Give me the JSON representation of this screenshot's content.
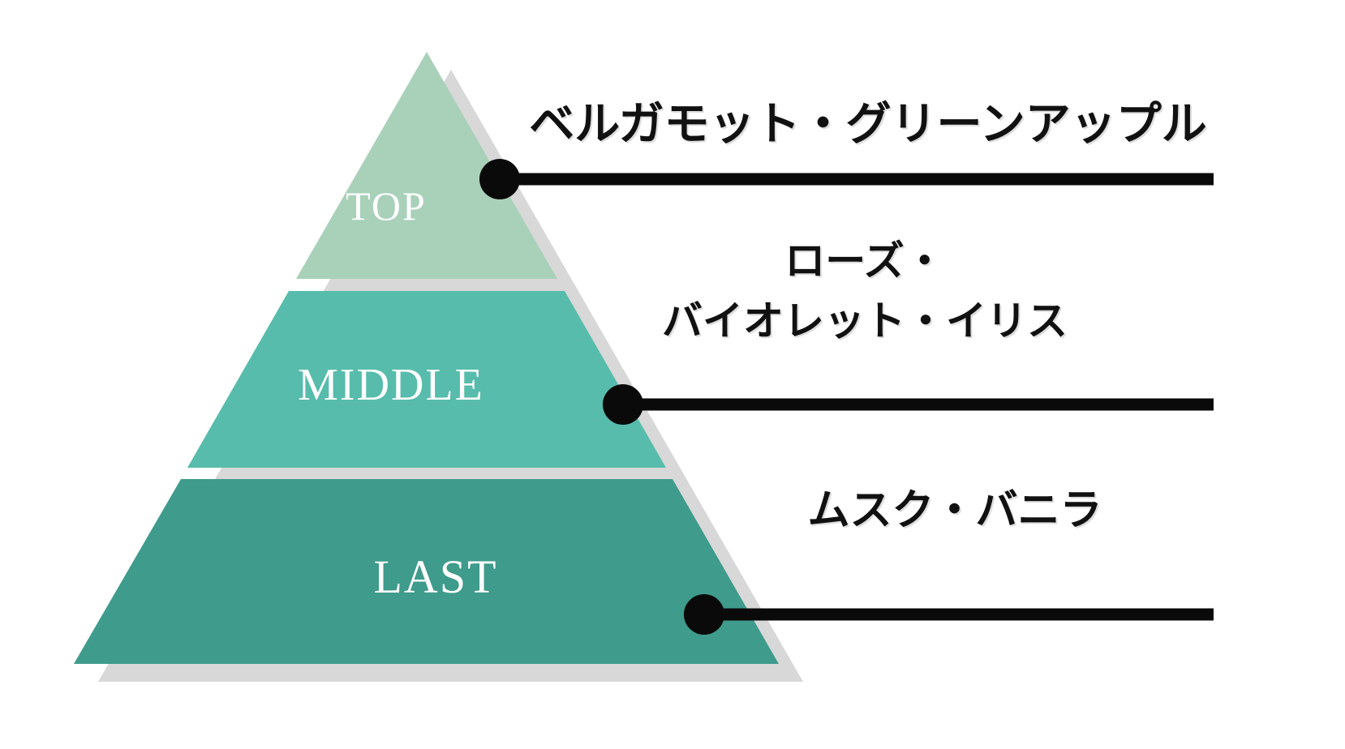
{
  "diagram": {
    "type": "fragrance-note-pyramid",
    "levels": [
      {
        "id": "top",
        "tier_label": "TOP",
        "note_lines": [
          "ベルガモット・グリーンアップル"
        ]
      },
      {
        "id": "middle",
        "tier_label": "MIDDLE",
        "note_lines": [
          "ローズ・",
          "バイオレット・イリス"
        ]
      },
      {
        "id": "last",
        "tier_label": "LAST",
        "note_lines": [
          "ムスク・バニラ"
        ]
      }
    ]
  },
  "colors": {
    "tier_top": "#a9d1ba",
    "tier_middle": "#57bcab",
    "tier_last": "#3f9b8c",
    "shadow": "#d8d8d8",
    "connector": "#0a0a0a",
    "tier_label_text": "#ffffff",
    "note_text": "#111111",
    "background": "#ffffff"
  }
}
